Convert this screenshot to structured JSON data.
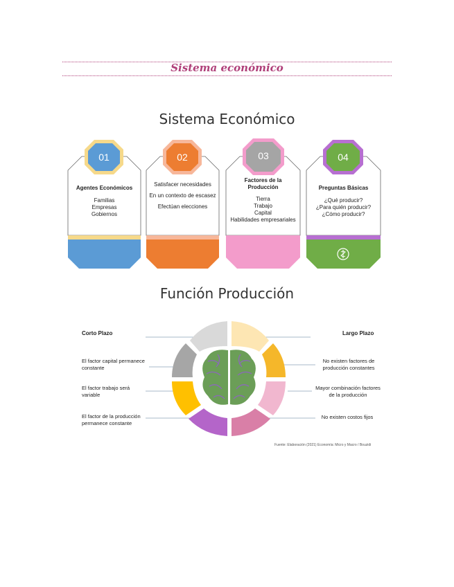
{
  "header": {
    "title": "Sistema económico"
  },
  "section1": {
    "title": "Sistema Económico",
    "cards": [
      {
        "num": "01",
        "color": "#5b9bd5",
        "ring": "#f6d98a",
        "bar": "#f6d98a",
        "heading": "Agentes Económicos",
        "lines": [
          "Familias",
          "Empresas",
          "Gobiernos"
        ]
      },
      {
        "num": "02",
        "color": "#ed7d31",
        "ring": "#f7b79a",
        "bar": "#f7b79a",
        "heading": "",
        "lines": [
          "Satisfacer necesidades",
          "En un contexto de escasez",
          "Efectúan elecciones"
        ]
      },
      {
        "num": "03",
        "color": "#a5a5a5",
        "ring": "#f39ccb",
        "bar": "#f39ccb",
        "heading": "Factores de la Producción",
        "lines": [
          "Tierra",
          "Trabajo",
          "Capital",
          "Habilidades empresariales"
        ]
      },
      {
        "num": "04",
        "color": "#70ad47",
        "ring": "#b76fd1",
        "bar": "#b76fd1",
        "heading": "Preguntas Básicas",
        "lines": [
          "¿Qué producir?",
          "¿Para quién producir?",
          "¿Cómo producir?"
        ]
      }
    ]
  },
  "section2": {
    "title": "Función Producción",
    "left_heading": "Corto Plazo",
    "right_heading": "Largo Plazo",
    "left_items": [
      "El factor capital permanece constante",
      "El factor trabajo será variable",
      "El factor de la producción permanece constante"
    ],
    "right_items": [
      "No existen factores de producción constantes",
      "Mayor combinación factores de la producción",
      "No existen costos fijos"
    ],
    "source": "Fuente: Elaboración (2021) Economía: Micro y Macro / Bouzidi"
  }
}
